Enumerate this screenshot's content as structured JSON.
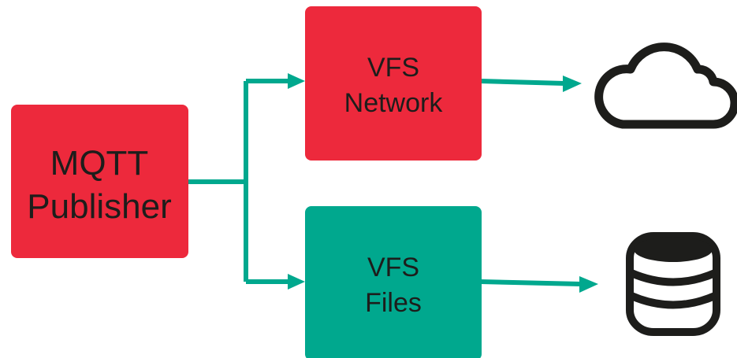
{
  "colors": {
    "red_box": "#ed293c",
    "green_box": "#00a88e",
    "connector": "#00a88e",
    "icon_stroke": "#1d1d1b",
    "text": "#1d1d1b"
  },
  "nodes": {
    "publisher": {
      "line1": "MQTT",
      "line2": "Publisher"
    },
    "vfs_network": {
      "line1": "VFS",
      "line2": "Network"
    },
    "vfs_files": {
      "line1": "VFS",
      "line2": "Files"
    }
  },
  "icons": {
    "cloud": "cloud-icon",
    "database": "database-icon"
  }
}
